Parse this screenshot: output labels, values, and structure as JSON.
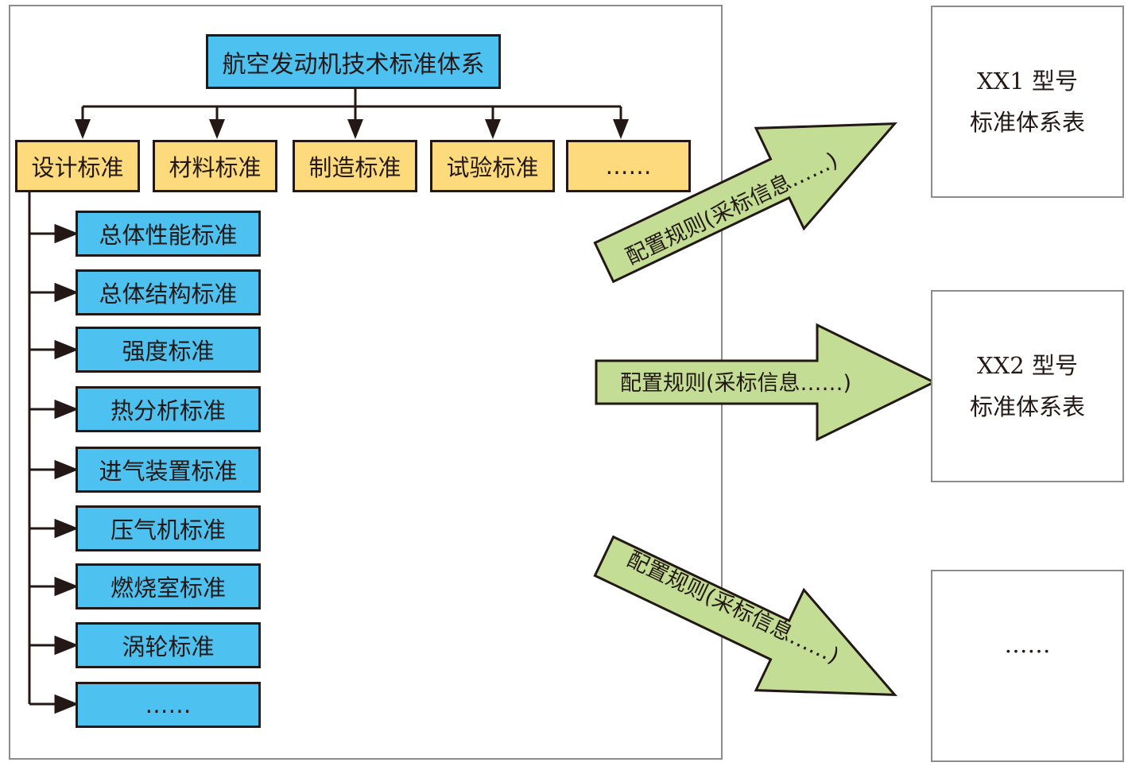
{
  "root": "航空发动机技术标准体系",
  "categories": [
    "设计标准",
    "材料标准",
    "制造标准",
    "试验标准",
    "……"
  ],
  "sub_standards": [
    "总体性能标准",
    "总体结构标准",
    "强度标准",
    "热分析标准",
    "进气装置标准",
    "压气机标准",
    "燃烧室标准",
    "涡轮标准",
    "……"
  ],
  "arrows": [
    {
      "label": "配置规则(采标信息……)"
    },
    {
      "label": "配置规则(采标信息……)"
    },
    {
      "label": "配置规则(采标信息……)"
    }
  ],
  "targets": [
    {
      "line1": "XX1 型号",
      "line2": "标准体系表"
    },
    {
      "line1": "XX2 型号",
      "line2": "标准体系表"
    },
    {
      "line1": "……",
      "line2": ""
    }
  ],
  "colors": {
    "root": "#4dc1ef",
    "category": "#fdda7c",
    "sub": "#4dc1ef",
    "arrow": "#c3de94"
  }
}
